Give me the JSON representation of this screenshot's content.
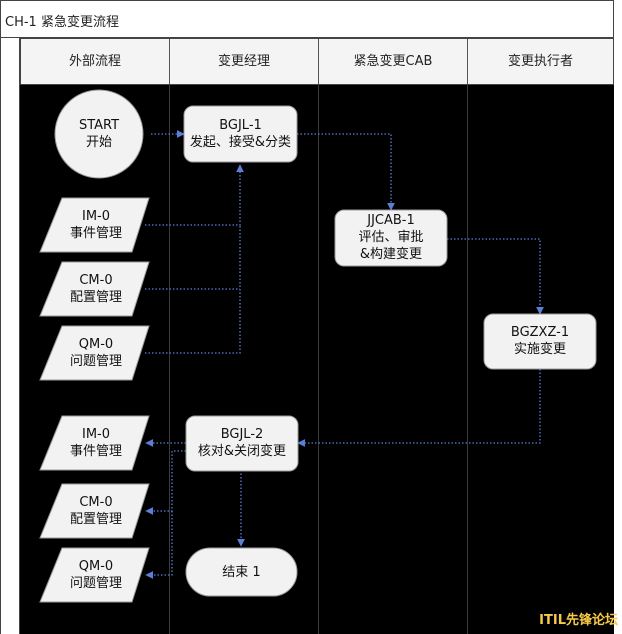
{
  "title": "CH-1 紧急变更流程",
  "lanes": [
    "外部流程",
    "变更经理",
    "紧急变更CAB",
    "变更执行者"
  ],
  "nodes": {
    "start": {
      "l1": "START",
      "l2": "开始"
    },
    "bgjl1": {
      "l1": "BGJL-1",
      "l2": "发起、接受&分类"
    },
    "im0a": {
      "l1": "IM-0",
      "l2": "事件管理"
    },
    "cm0a": {
      "l1": "CM-0",
      "l2": "配置管理"
    },
    "qm0a": {
      "l1": "QM-0",
      "l2": "问题管理"
    },
    "jjcab1": {
      "l1": "JJCAB-1",
      "l2": "评估、审批",
      "l3": "&构建变更"
    },
    "bgzxz1": {
      "l1": "BGZXZ-1",
      "l2": "实施变更"
    },
    "bgjl2": {
      "l1": "BGJL-2",
      "l2": "核对&关闭变更"
    },
    "im0b": {
      "l1": "IM-0",
      "l2": "事件管理"
    },
    "cm0b": {
      "l1": "CM-0",
      "l2": "配置管理"
    },
    "qm0b": {
      "l1": "QM-0",
      "l2": "问题管理"
    },
    "end": {
      "l1": "结束 1"
    }
  },
  "watermark": "ITIL先锋论坛",
  "colors": {
    "canvas": "#000000",
    "node": "#f2f2f2",
    "connector": "#5b7fd6",
    "watermark": "#f7c948"
  }
}
